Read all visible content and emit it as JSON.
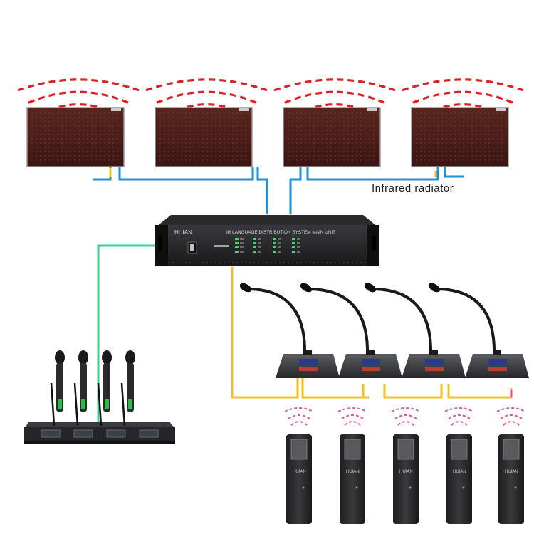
{
  "labels": {
    "infrared_radiator": "Infrared radiator",
    "main_unit_title": "IR LANGUAGE DISTRIBUTION SYSTEM MAIN UNIT",
    "brand": "HUIAN"
  },
  "counts": {
    "radiators": 4,
    "conference_mics": 4,
    "wireless_mics": 4,
    "receivers": 5
  },
  "colors": {
    "ir_wave": "#e02020",
    "receiver_wave": "#e0559a",
    "line_blue": "#1f8fd6",
    "line_yellow": "#f0c020",
    "line_green": "#38d08a",
    "line_pink": "#e04f7a",
    "device_dark": "#2b2b2e",
    "radiator_panel": "#4a1e1a"
  }
}
